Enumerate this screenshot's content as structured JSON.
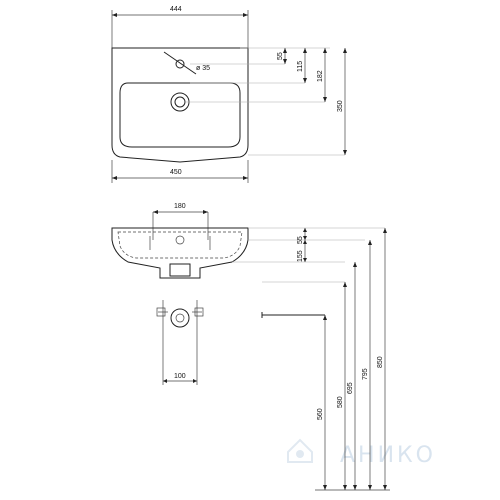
{
  "top_view": {
    "width_top": "444",
    "hole_diameter": "ø 35",
    "width_bottom": "450",
    "dim_55": "55",
    "dim_115": "115",
    "dim_182": "182",
    "dim_350": "350"
  },
  "side_view": {
    "tap_spacing": "180",
    "dim_55": "55",
    "dim_155": "155",
    "waste_width": "100",
    "height_560": "560",
    "height_580": "580",
    "height_695": "695",
    "height_795": "795",
    "height_850": "850"
  },
  "watermark": {
    "text": "АНИКО"
  },
  "colors": {
    "line": "#222222",
    "watermark": "#d9e4ef"
  }
}
